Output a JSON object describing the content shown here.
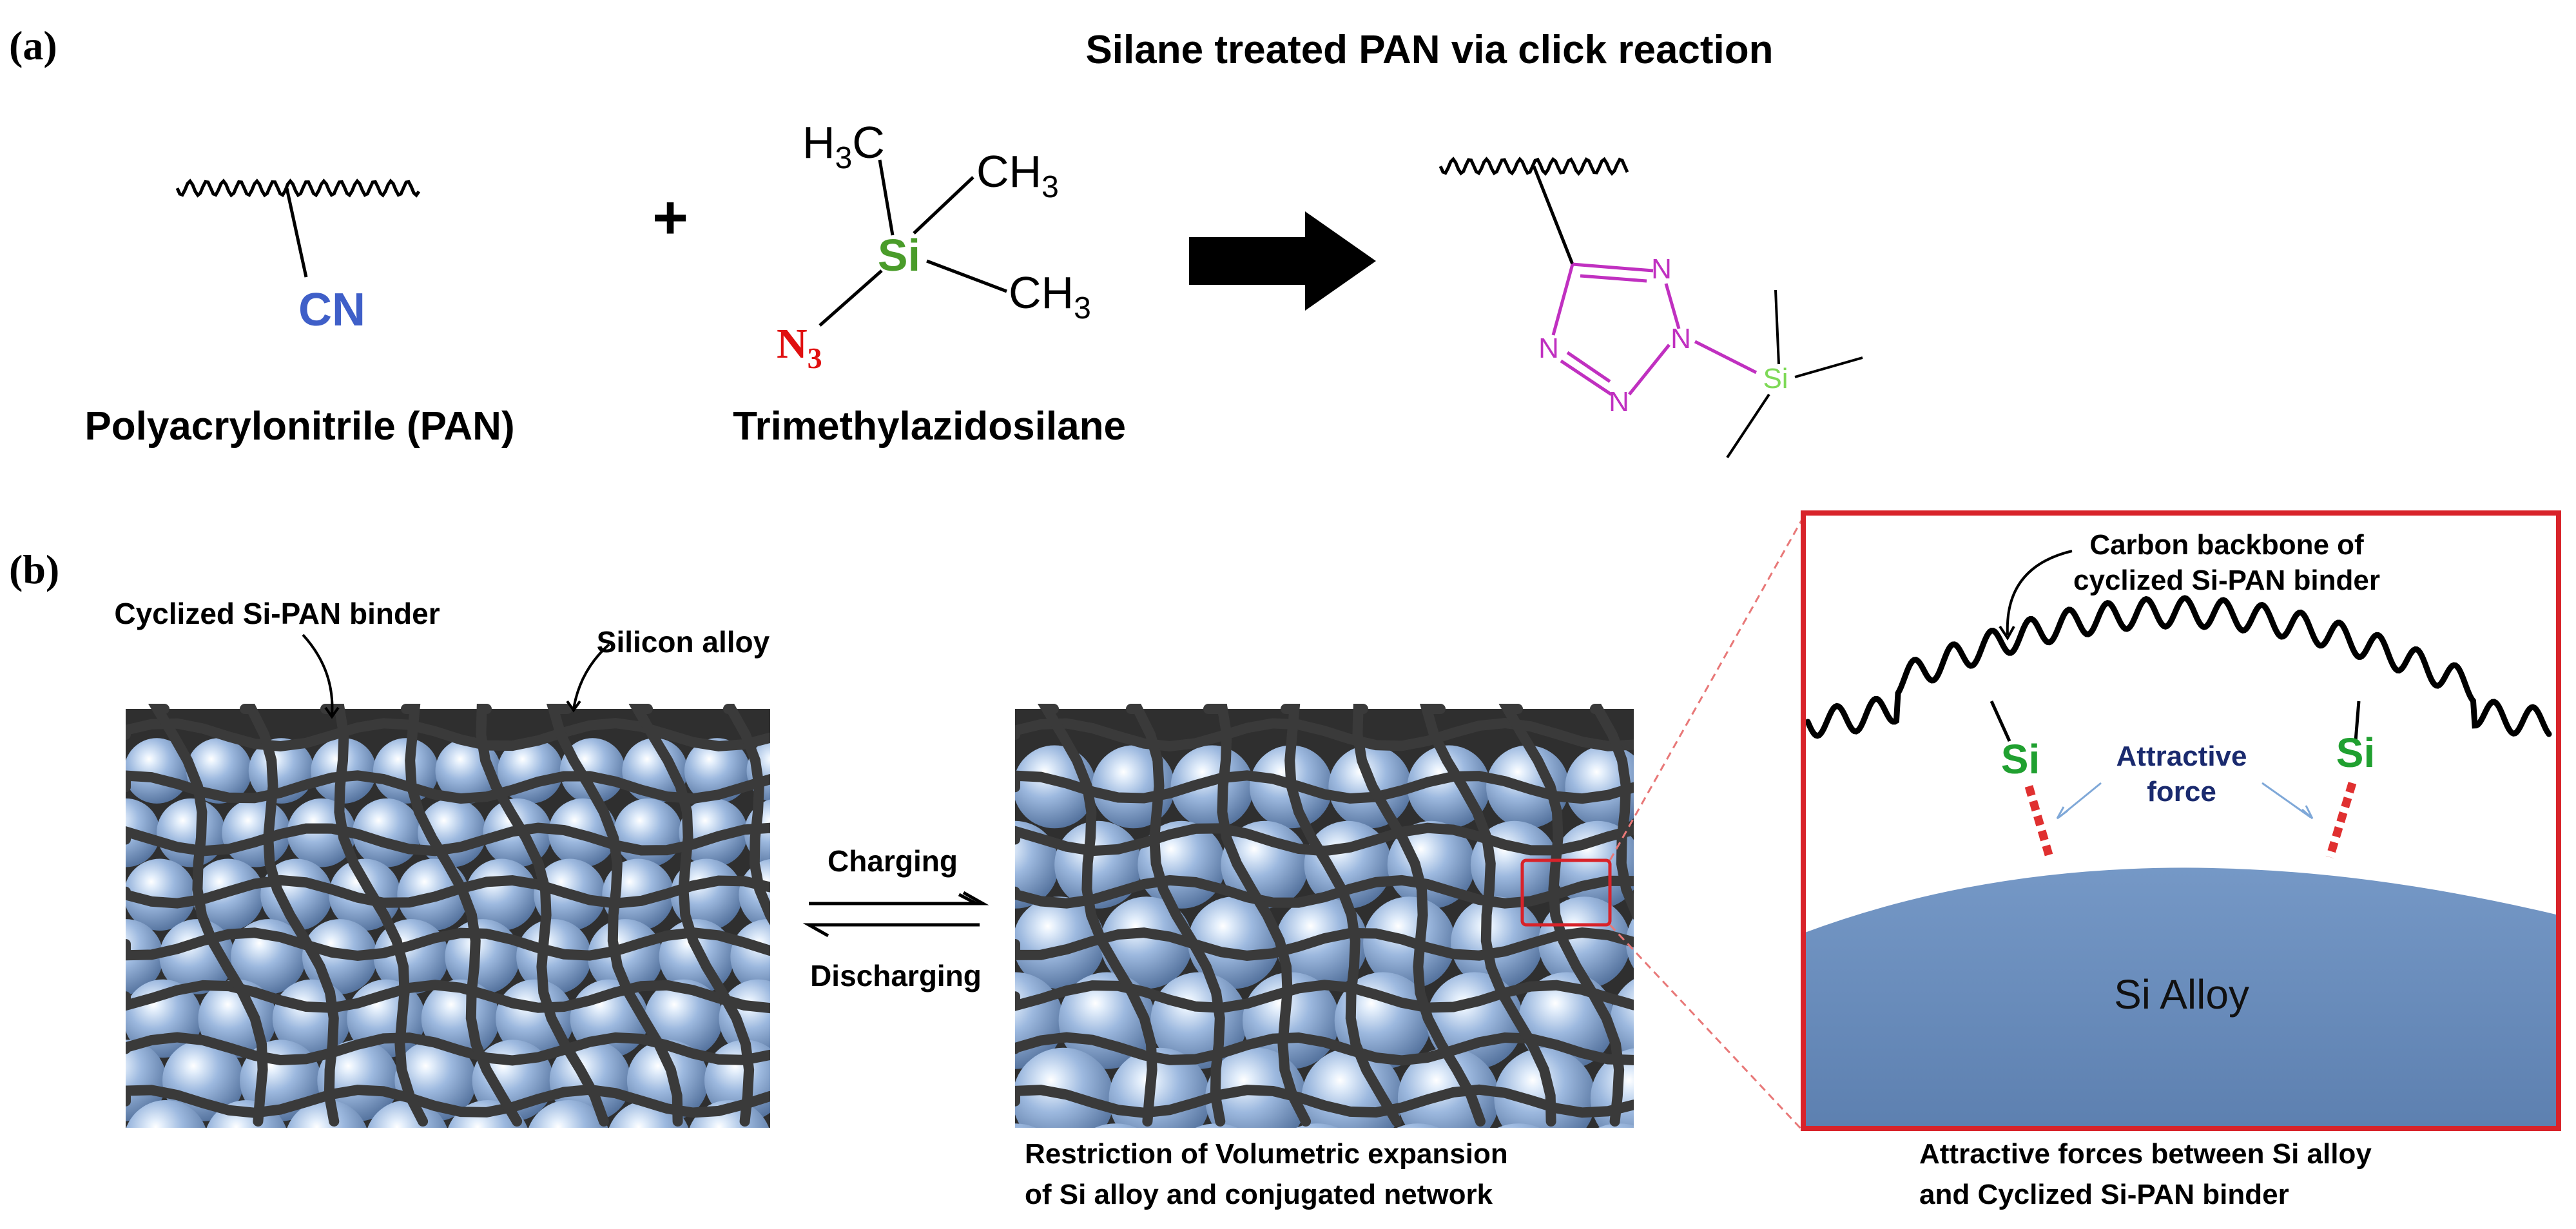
{
  "panel_a": {
    "label": "(a)",
    "reaction_title": "Silane treated PAN via click reaction",
    "reactant1": {
      "name": "Polyacrylonitrile (PAN)",
      "group": "CN"
    },
    "plus": "+",
    "reactant2": {
      "name": "Trimethylazidosilane",
      "h3c": "H3C",
      "ch3_top": "CH3",
      "ch3_right": "CH3",
      "si": "Si",
      "n3": "N3"
    },
    "product": {
      "n_top": "N",
      "n_right": "N",
      "n_left": "N",
      "n_bottom": "N",
      "si": "Si"
    }
  },
  "panel_b": {
    "label": "(b)",
    "callout_binder": "Cyclized Si-PAN binder",
    "callout_alloy": "Silicon alloy",
    "charging": "Charging",
    "discharging": "Discharging",
    "caption_middle_line1": "Restriction of Volumetric expansion",
    "caption_middle_line2": "of Si alloy and conjugated network",
    "inset": {
      "backbone_line1": "Carbon backbone of",
      "backbone_line2": "cyclized Si-PAN binder",
      "si_left": "Si",
      "si_right": "Si",
      "attractive_line1": "Attractive",
      "attractive_line2": "force",
      "alloy": "Si Alloy"
    },
    "caption_right_line1": "Attractive forces between Si alloy",
    "caption_right_line2": "and Cyclized Si-PAN binder"
  },
  "colors": {
    "cn_blue": "#3f5fc8",
    "si_green": "#4a9c2a",
    "n3_red": "#e01010",
    "tetrazole_magenta": "#c030c0",
    "si_light_green": "#7ed957",
    "inset_border": "#d8232a",
    "sphere_blue": "#9cb9df",
    "binder_dark": "#3a3a3a",
    "alloy_fill": "#6b8fbf",
    "attractive_navy": "#1a2a6e",
    "bond_red": "#e03030"
  }
}
